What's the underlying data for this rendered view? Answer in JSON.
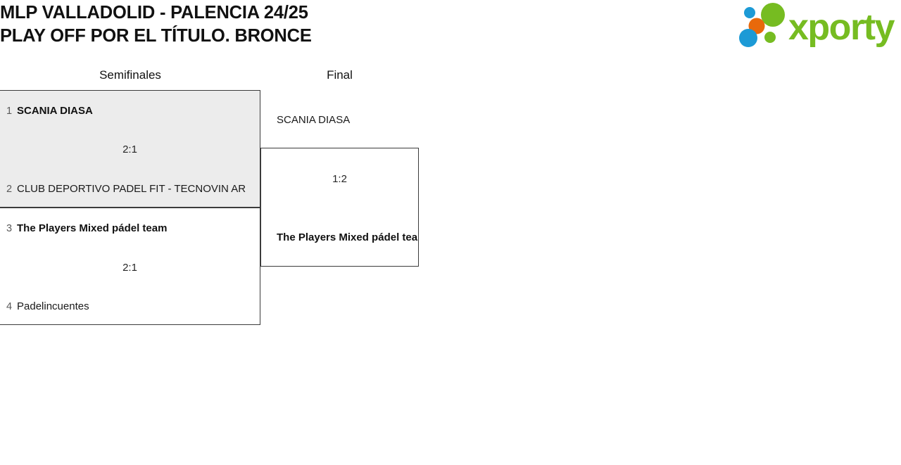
{
  "header": {
    "title": "MLP VALLADOLID - PALENCIA 24/25\nPLAY OFF POR EL TÍTULO. BRONCE",
    "title_line1": "MLP VALLADOLID - PALENCIA 24/25",
    "title_line2": "PLAY OFF POR EL TÍTULO. BRONCE"
  },
  "logo": {
    "name": "xporty",
    "wordmark": "xporty",
    "colors": {
      "green": "#76bc21",
      "blue": "#1c9ad6",
      "orange": "#e8690b"
    }
  },
  "bracket": {
    "rounds": [
      {
        "id": "semifinales",
        "label": "Semifinales"
      },
      {
        "id": "final",
        "label": "Final"
      }
    ],
    "matches": {
      "sf1": {
        "round": "Semifinales",
        "score": "2:1",
        "shaded": true,
        "top": {
          "seed": "1",
          "name": "SCANIA DIASA",
          "winner": true
        },
        "bottom": {
          "seed": "2",
          "name": "CLUB DEPORTIVO PADEL FIT - TECNOVIN AR",
          "winner": false
        }
      },
      "sf2": {
        "round": "Semifinales",
        "score": "2:1",
        "shaded": false,
        "top": {
          "seed": "3",
          "name": "The Players Mixed pádel team",
          "winner": true
        },
        "bottom": {
          "seed": "4",
          "name": "Padelincuentes",
          "winner": false
        }
      },
      "final": {
        "round": "Final",
        "score": "1:2",
        "shaded": false,
        "top": {
          "seed": "",
          "name": "SCANIA DIASA",
          "winner": false
        },
        "bottom": {
          "seed": "",
          "name": "The Players Mixed pádel team",
          "winner": true
        }
      }
    }
  },
  "colors": {
    "shaded_box": "#ececec",
    "box_border": "#3b3b3b",
    "text": "#1a1a1a",
    "seed_text": "#5a5a5a",
    "background": "#ffffff"
  }
}
